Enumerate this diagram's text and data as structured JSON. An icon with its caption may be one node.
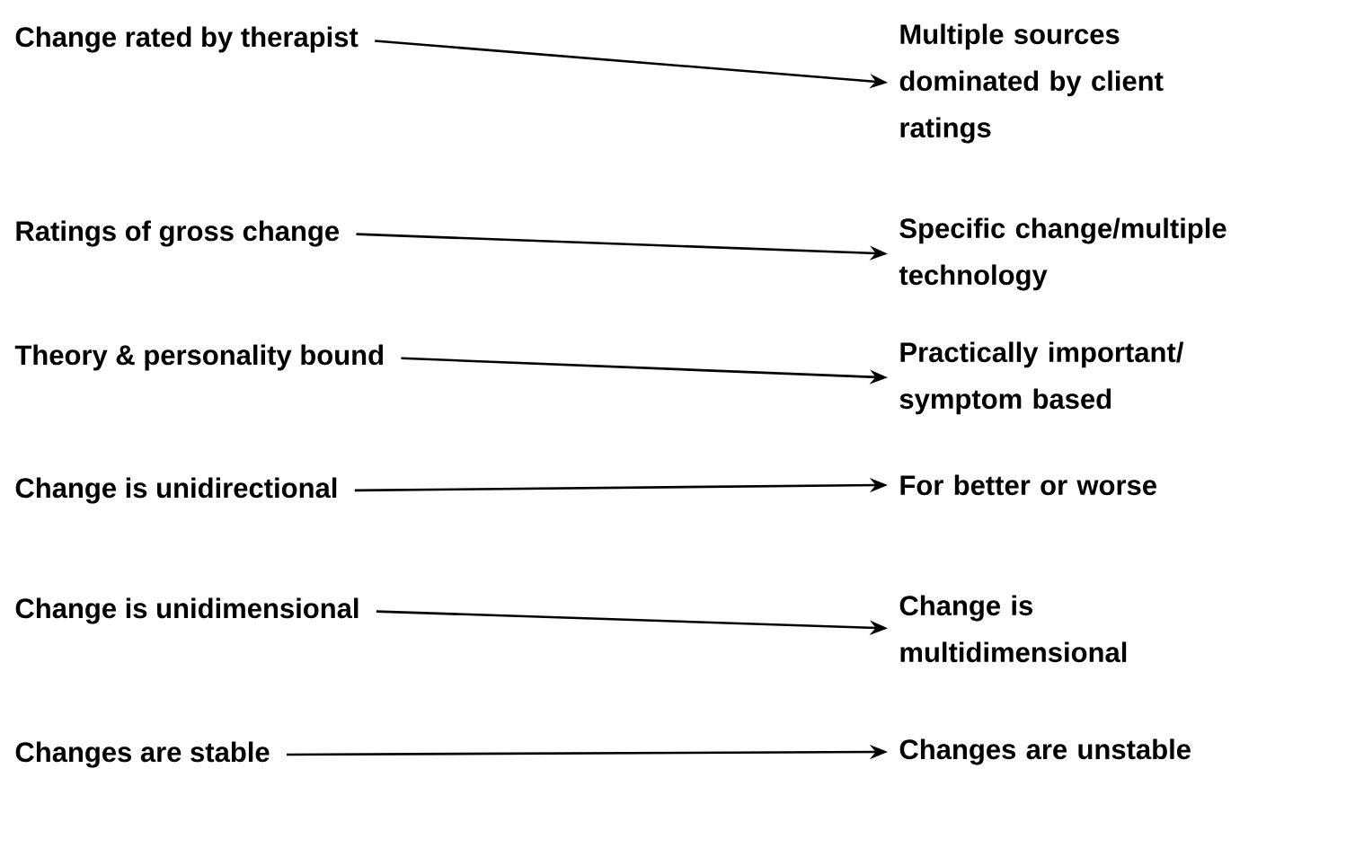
{
  "diagram": {
    "nodes": [
      {
        "text": [
          "Change rated by therapist"
        ]
      },
      {
        "text": [
          "Multiple sources dominated by client ratings"
        ]
      },
      {
        "text": [
          "Ratings of gross change"
        ]
      },
      {
        "text": [
          "Specific change/multiple technology"
        ]
      },
      {
        "text": [
          "Theory & personality bound"
        ]
      },
      {
        "text": [
          "Practically important/ symptom based"
        ]
      },
      {
        "text": [
          "Change is unidirectional"
        ]
      },
      {
        "text": [
          "For better or worse"
        ]
      },
      {
        "text": [
          "Change is unidimensional"
        ]
      },
      {
        "text": [
          "Change is multidimensional"
        ]
      },
      {
        "text": [
          "Changes are stable"
        ]
      },
      {
        "text": [
          "Changes are unstable"
        ]
      }
    ],
    "edges": [
      {
        "from": 0,
        "to": 1,
        "arrow": "to"
      },
      {
        "from": 2,
        "to": 3,
        "arrow": "to"
      },
      {
        "from": 4,
        "to": 5,
        "arrow": "to"
      },
      {
        "from": 6,
        "to": 7,
        "arrow": "to"
      },
      {
        "from": 8,
        "to": 9,
        "arrow": "to"
      },
      {
        "from": 10,
        "to": 11,
        "arrow": "to"
      }
    ]
  }
}
